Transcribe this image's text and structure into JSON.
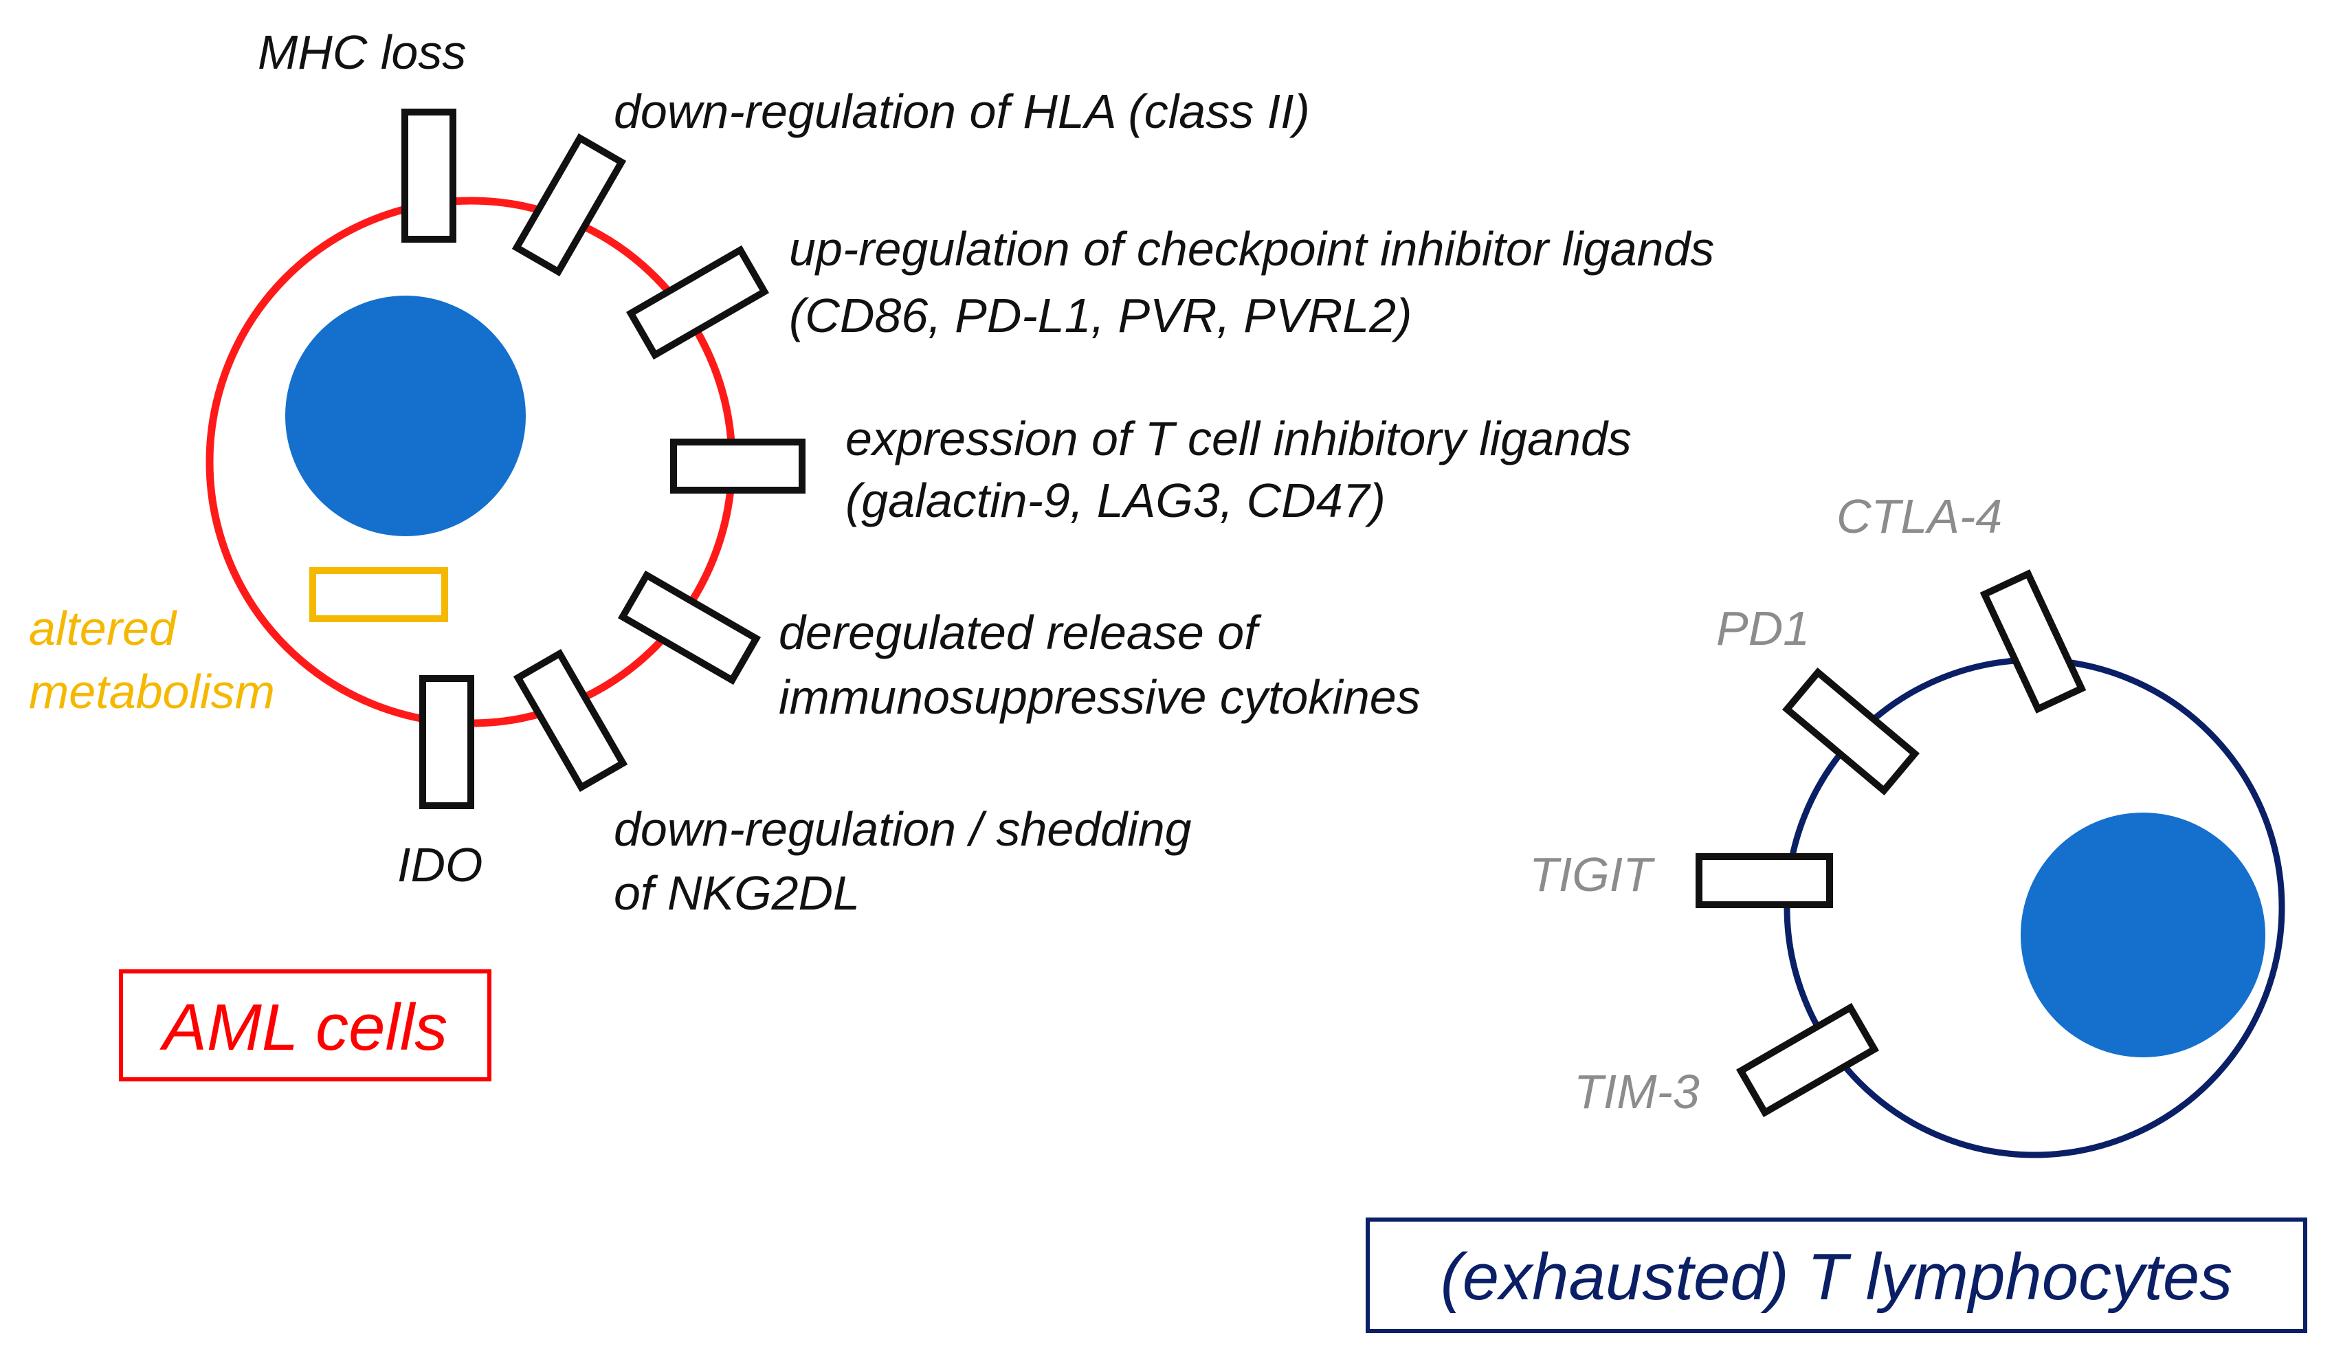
{
  "colors": {
    "aml_membrane": "#ff1a1a",
    "nucleus": "#1470cc",
    "t_cell_membrane": "#0b1f66",
    "metabolism": "#f5b800",
    "receptor_outline": "#111111",
    "t_cell_labels": "#8c8c8c"
  },
  "aml": {
    "title": "AML cells",
    "labels": {
      "mhc_loss": "MHC loss",
      "hla_down": "down-regulation of HLA (class II)",
      "checkpoint_line1": "up-regulation of checkpoint inhibitor ligands",
      "checkpoint_line2": "(CD86, PD-L1, PVR, PVRL2)",
      "tcell_inhib_line1": "expression of T cell inhibitory ligands",
      "tcell_inhib_line2": "(galactin-9, LAG3, CD47)",
      "cytokines_line1": "deregulated release of",
      "cytokines_line2": "immunosuppressive cytokines",
      "nkg2dl_line1": "down-regulation / shedding",
      "nkg2dl_line2": "of NKG2DL",
      "ido": "IDO",
      "metabolism_line1": "altered",
      "metabolism_line2": "metabolism"
    }
  },
  "tcell": {
    "title": "(exhausted) T lymphocytes",
    "labels": {
      "ctla4": "CTLA-4",
      "pd1": "PD1",
      "tigit": "TIGIT",
      "tim3": "TIM-3"
    }
  }
}
